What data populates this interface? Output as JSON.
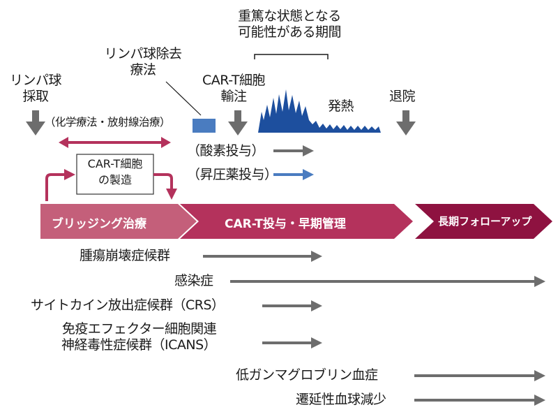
{
  "labels": {
    "critical_period": [
      "重篤な状態となる",
      "可能性がある期間"
    ],
    "lymphodepletion": [
      "リンパ球除去",
      "療法"
    ],
    "apheresis": [
      "リンパ球",
      "採取"
    ],
    "infusion": [
      "CAR-T細胞",
      "輸注"
    ],
    "fever": "発熱",
    "discharge": "退院",
    "bridging_note": "（化学療法・放射線治療）",
    "oxygen": "（酸素投与）",
    "vasopressor": "（昇圧薬投与）",
    "manufacturing": [
      "CAR-T細胞",
      "の製造"
    ]
  },
  "phases": {
    "bridging": "ブリッジング治療",
    "car_t": "CAR-T投与・早期管理",
    "followup": "長期フォローアップ"
  },
  "complications": [
    [
      "腫瘍崩壊症候群"
    ],
    [
      "感染症"
    ],
    [
      "サイトカイン放出症候群（CRS）"
    ],
    [
      "免疫エフェクター細胞関連",
      "神経毒性症候群（ICANS）"
    ],
    [
      "低ガンマグロブリン血症"
    ],
    [
      "遷延性血球減少"
    ]
  ],
  "colors": {
    "phase_bridging": "#c45f7a",
    "phase_car_t": "#b4325c",
    "phase_followup": "#8e1240",
    "fever_fill": "#1d4f9e",
    "lymphodepletion_box": "#4a7cc0",
    "vasopressor_arrow": "#4a7cc0",
    "gray_arrow": "#6d6d6d",
    "magenta_arrow": "#b4325c"
  }
}
